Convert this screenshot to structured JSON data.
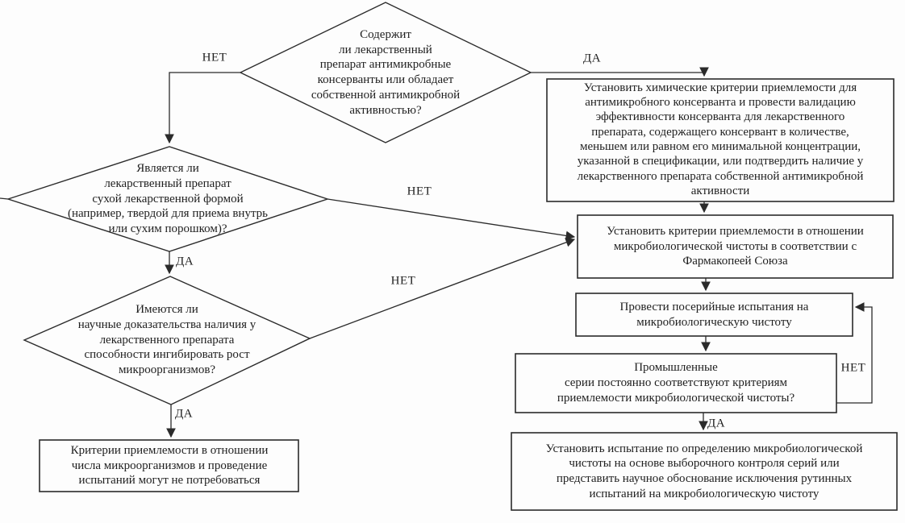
{
  "colors": {
    "line": "#2b2b2b",
    "text": "#1f1f1f",
    "background": "#fdfdfd"
  },
  "labels": {
    "yes": "ДА",
    "no": "НЕТ"
  },
  "nodes": {
    "q_preservatives": {
      "type": "decision",
      "text": "Содержит\nли лекарственный\nпрепарат антимикробные\nконсерванты или обладает\nсобственной антимикробной\nактивностью?"
    },
    "set_chemical_criteria": {
      "type": "process",
      "text": "Установить химические критерии приемлемости для\nантимикробного консерванта и провести валидацию\nэффективности консерванта для лекарственного\nпрепарата, содержащего консервант в количестве,\nменьшем или равном его минимальной концентрации,\nуказанной в спецификации, или подтвердить наличие у\nлекарственного препарата собственной антимикробной\nактивности"
    },
    "q_dry_form": {
      "type": "decision",
      "text": "Является ли\nлекарственный препарат\nсухой лекарственной формой\n(например, твердой для приема внутрь\nили сухим порошком)?"
    },
    "q_growth_inhibition": {
      "type": "decision",
      "text": "Имеются ли\nнаучные доказательства наличия у\nлекарственного препарата\nспособности ингибировать рост\nмикроорганизмов?"
    },
    "criteria_not_required": {
      "type": "process",
      "text": "Критерии приемлемости в отношении\nчисла микроорганизмов и проведение\nиспытаний могут не потребоваться"
    },
    "set_pharmacopoeia_criteria": {
      "type": "process",
      "text": "Установить критерии приемлемости в отношении\nмикробиологической чистоты в соответствии с\nФармакопеей Союза"
    },
    "batch_testing": {
      "type": "process",
      "text": "Провести посерийные испытания на\nмикробиологическую чистоту"
    },
    "q_batches_conform": {
      "type": "decision",
      "text": "Промышленные\nсерии постоянно соответствуют критериям\nприемлемости микробиологической чистоты?"
    },
    "skip_routine_testing": {
      "type": "process",
      "text": "Установить испытание по определению микробиологической\nчистоты на основе выборочного контроля серий или\nпредставить научное обоснование исключения рутинных\nиспытаний на микробиологическую чистоту"
    }
  }
}
